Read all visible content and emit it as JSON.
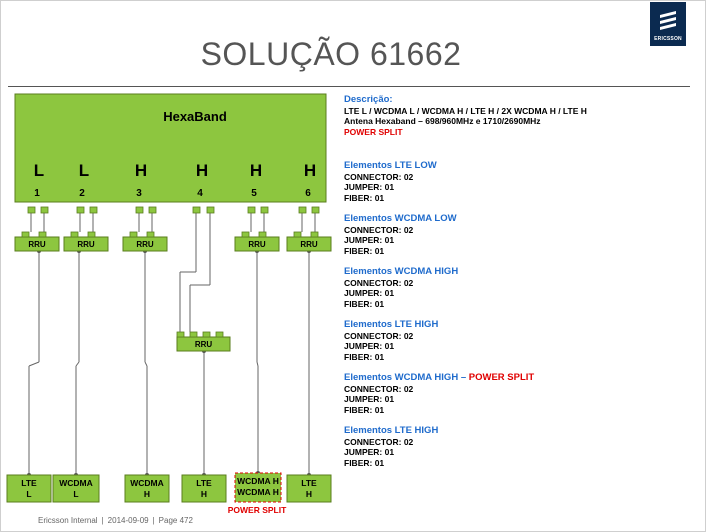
{
  "title": "SOLUÇÃO 61662",
  "logo_text": "ERICSSON",
  "footer": {
    "left": "Ericsson Internal",
    "date": "2014-09-09",
    "page": "Page 472"
  },
  "diagram": {
    "antenna_label": "HexaBand",
    "bands": [
      {
        "letter": "L",
        "num": "1"
      },
      {
        "letter": "L",
        "num": "2"
      },
      {
        "letter": "H",
        "num": "3"
      },
      {
        "letter": "H",
        "num": "4"
      },
      {
        "letter": "H",
        "num": "5"
      },
      {
        "letter": "H",
        "num": "6"
      }
    ],
    "rru_label": "RRU",
    "outputs": [
      {
        "line1": "LTE",
        "line2": "L"
      },
      {
        "line1": "WCDMA",
        "line2": "L"
      },
      {
        "line1": "WCDMA",
        "line2": "H"
      },
      {
        "line1": "LTE",
        "line2": "H"
      },
      {
        "line1": "WCDMA H",
        "line2": "WCDMA H"
      },
      {
        "line1": "LTE",
        "line2": "H"
      }
    ],
    "power_split_label": "POWER SPLIT",
    "colors": {
      "green": "#8dc63f",
      "dark_green": "#5a7d1e",
      "line": "#666666",
      "red": "#e00000"
    }
  },
  "info": {
    "desc_title": "Descrição:",
    "desc_line1": "LTE L / WCDMA L / WCDMA H / LTE H / 2X WCDMA H / LTE H",
    "desc_line2": "Antena Hexaband – 698/960MHz  e  1710/2690MHz",
    "desc_line3": "POWER SPLIT",
    "blocks": [
      {
        "title": "Elementos LTE LOW",
        "suffix": "",
        "connector": "CONNECTOR: 02",
        "jumper": "JUMPER: 01",
        "fiber": "FIBER: 01"
      },
      {
        "title": "Elementos WCDMA LOW",
        "suffix": "",
        "connector": "CONNECTOR: 02",
        "jumper": "JUMPER: 01",
        "fiber": "FIBER: 01"
      },
      {
        "title": "Elementos WCDMA HIGH",
        "suffix": "",
        "connector": "CONNECTOR: 02",
        "jumper": "JUMPER: 01",
        "fiber": "FIBER: 01"
      },
      {
        "title": "Elementos LTE HIGH",
        "suffix": "",
        "connector": "CONNECTOR: 02",
        "jumper": "JUMPER: 01",
        "fiber": "FIBER: 01"
      },
      {
        "title": "Elementos WCDMA HIGH",
        "suffix": "POWER SPLIT",
        "connector": "CONNECTOR: 02",
        "jumper": "JUMPER: 01",
        "fiber": "FIBER: 01"
      },
      {
        "title": "Elementos LTE HIGH",
        "suffix": "",
        "connector": "CONNECTOR: 02",
        "jumper": "JUMPER: 01",
        "fiber": "FIBER: 01"
      }
    ]
  }
}
